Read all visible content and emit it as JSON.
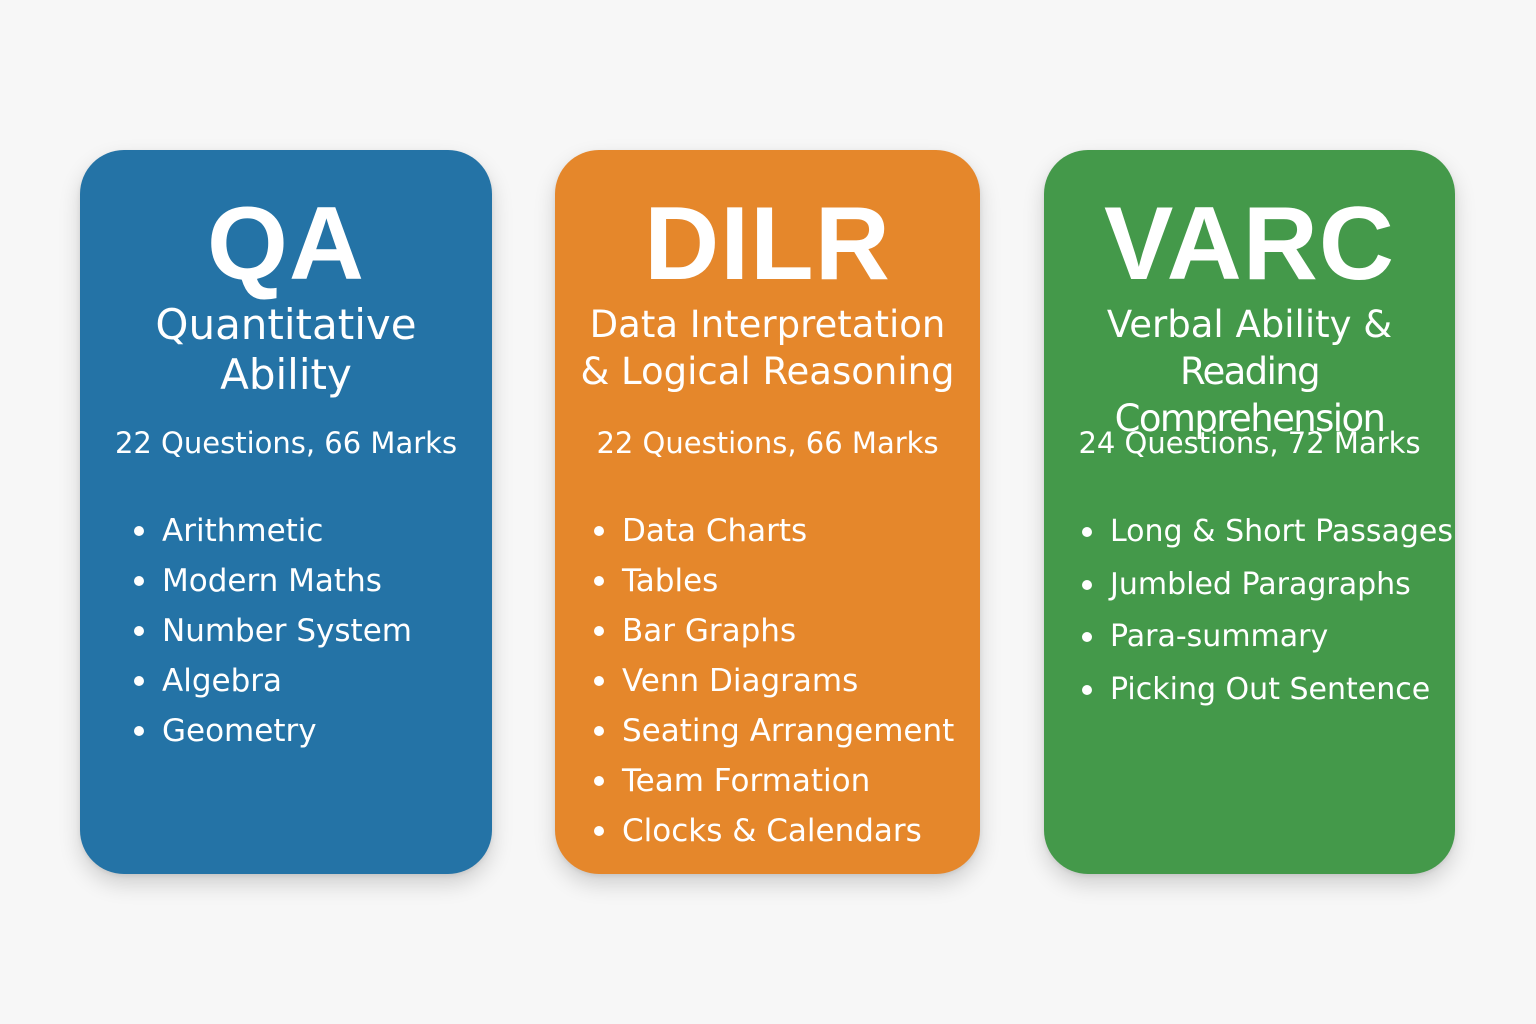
{
  "cards": [
    {
      "abbr": "QA",
      "name_lines": [
        "Quantitative",
        "Ability"
      ],
      "meta": "22 Questions, 66 Marks",
      "topics": [
        "Arithmetic",
        "Modern Maths",
        "Number System",
        "Algebra",
        "Geometry"
      ],
      "color": "#2473a6"
    },
    {
      "abbr": "DILR",
      "name_lines": [
        "Data Interpretation",
        "& Logical Reasoning"
      ],
      "meta": "22 Questions, 66 Marks",
      "topics": [
        "Data Charts",
        "Tables",
        "Bar Graphs",
        "Venn Diagrams",
        "Seating Arrangement",
        "Team Formation",
        "Clocks & Calendars"
      ],
      "color": "#e5872b"
    },
    {
      "abbr": "VARC",
      "name_lines": [
        "Verbal Ability &",
        "Reading Comprehension"
      ],
      "meta": "24 Questions, 72 Marks",
      "topics": [
        "Long & Short Passages",
        "Jumbled Paragraphs",
        "Para-summary",
        "Picking Out Sentence"
      ],
      "color": "#44994a"
    }
  ]
}
